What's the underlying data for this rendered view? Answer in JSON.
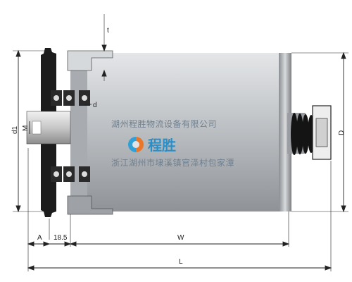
{
  "dimensions": {
    "t": "t",
    "d": "d",
    "d1": "d1",
    "M": "M",
    "D": "D",
    "A": "A",
    "flange_offset": "18.5",
    "W": "W",
    "L": "L"
  },
  "watermark": {
    "company": "湖州程胜物流设备有限公司",
    "brand": "程胜",
    "address": "浙江湖州市埭溪镇官泽村包家潭"
  },
  "colors": {
    "roller_body": "#b9bdc1",
    "sprocket": "#1c1c1c",
    "line": "#222222"
  }
}
